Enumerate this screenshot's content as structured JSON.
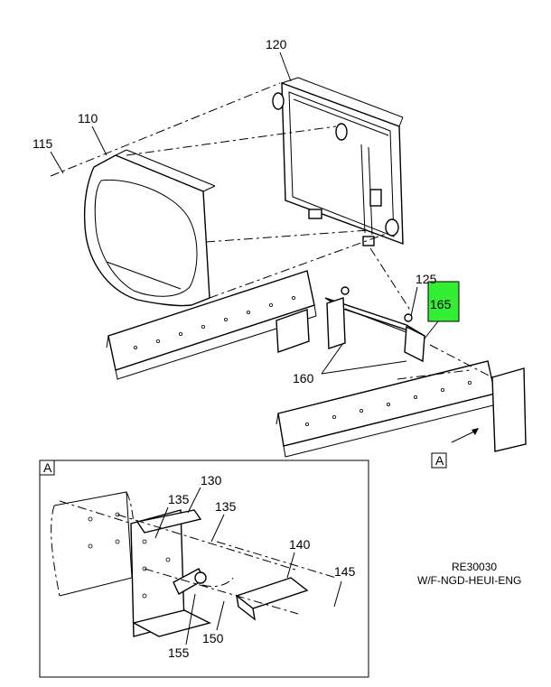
{
  "callouts": {
    "c120": "120",
    "c110": "110",
    "c115": "115",
    "c125": "125",
    "c165": "165",
    "c160": "160",
    "c130": "130",
    "c135a": "135",
    "c135b": "135",
    "c140": "140",
    "c145": "145",
    "c150": "150",
    "c155": "155"
  },
  "detail_marker": "A",
  "detail_box_label": "A",
  "reference": {
    "code": "RE30030",
    "description": "W/F-NGD-HEUI-ENG"
  },
  "colors": {
    "highlight": "#33ee33",
    "line": "#000000"
  }
}
